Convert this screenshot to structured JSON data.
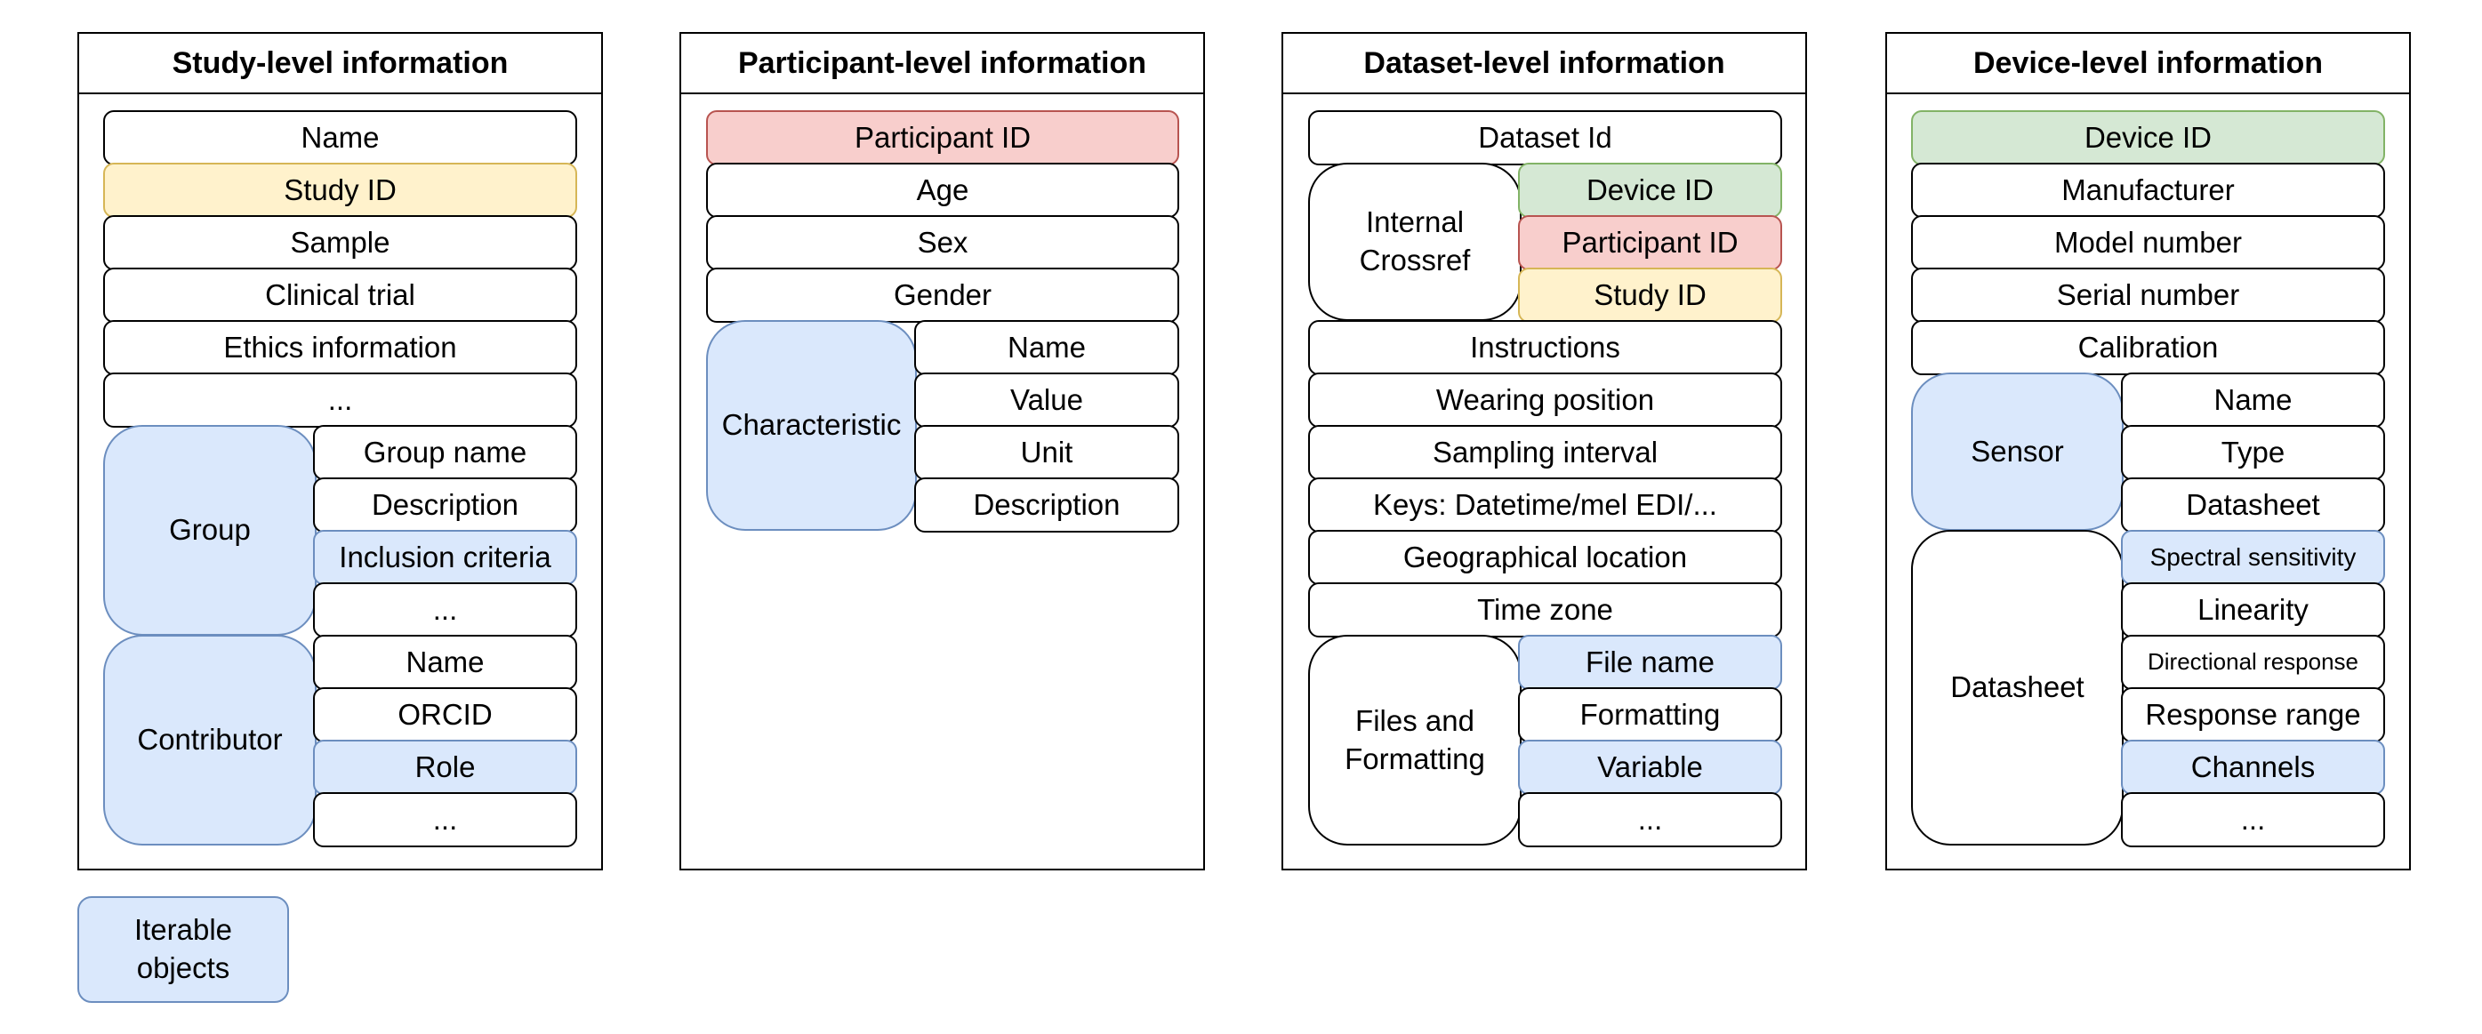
{
  "study": {
    "title": "Study-level information",
    "name": "Name",
    "study_id": "Study ID",
    "sample": "Sample",
    "clinical_trial": "Clinical trial",
    "ethics": "Ethics information",
    "more": "...",
    "group": {
      "label": "Group",
      "items": [
        "Group name",
        "Description",
        "Inclusion criteria",
        "..."
      ]
    },
    "contributor": {
      "label": "Contributor",
      "items": [
        "Name",
        "ORCID",
        "Role",
        "..."
      ]
    }
  },
  "participant": {
    "title": "Participant-level information",
    "participant_id": "Participant ID",
    "age": "Age",
    "sex": "Sex",
    "gender": "Gender",
    "characteristic": {
      "label": "Characteristic",
      "items": [
        "Name",
        "Value",
        "Unit",
        "Description"
      ]
    }
  },
  "dataset": {
    "title": "Dataset-level information",
    "dataset_id": "Dataset Id",
    "crossref": {
      "label": "Internal Crossref",
      "items": [
        "Device ID",
        "Participant ID",
        "Study ID"
      ]
    },
    "instructions": "Instructions",
    "wearing_position": "Wearing position",
    "sampling_interval": "Sampling interval",
    "keys": "Keys: Datetime/mel EDI/...",
    "geo_location": "Geographical location",
    "time_zone": "Time zone",
    "files": {
      "label": "Files and Formatting",
      "items": [
        "File name",
        "Formatting",
        "Variable",
        "..."
      ]
    }
  },
  "device": {
    "title": "Device-level information",
    "device_id": "Device ID",
    "manufacturer": "Manufacturer",
    "model_number": "Model number",
    "serial_number": "Serial number",
    "calibration": "Calibration",
    "sensor": {
      "label": "Sensor",
      "items": [
        "Name",
        "Type",
        "Datasheet"
      ]
    },
    "datasheet": {
      "label": "Datasheet",
      "items": [
        "Spectral sensitivity",
        "Linearity",
        "Directional response",
        "Response range",
        "Channels",
        "..."
      ]
    }
  },
  "legend": {
    "label": "Iterable objects"
  },
  "colors": {
    "study_id": "#fff2cc",
    "participant_id": "#f8cecc",
    "device_id": "#d5e8d4",
    "iterable": "#dae8fc"
  }
}
